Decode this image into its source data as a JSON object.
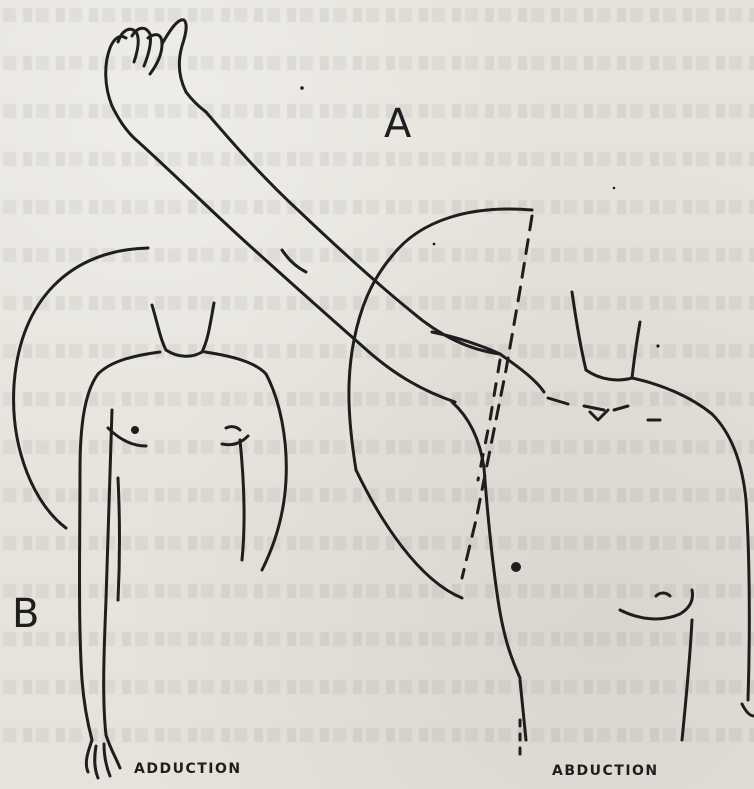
{
  "labels": {
    "figure_a": "A",
    "figure_b": "B",
    "caption_left": "ADDUCTION",
    "caption_right": "ABDUCTION"
  },
  "colors": {
    "ink": "#1e1e1e",
    "paper": "#e6e3dc"
  }
}
